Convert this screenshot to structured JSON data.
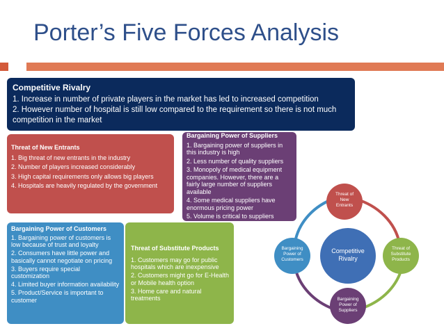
{
  "title": "Porter’s Five Forces Analysis",
  "colors": {
    "title": "#2E4F8A",
    "rivalry": "#0B2A5C",
    "entrants": "#C0504D",
    "suppliers": "#6B3F75",
    "customers": "#3F8EC4",
    "substitute": "#8EB54A",
    "accent_bar": "#E07A55"
  },
  "rivalry": {
    "heading": "Competitive Rivalry",
    "points": [
      "1. Increase in number of private players in the market has led to increased competition",
      "2. However number of hospital is still low compared to the requirement so there is not much competition in the market"
    ]
  },
  "entrants": {
    "heading": "Threat of New Entrants",
    "points": [
      "1. Big threat of new entrants in the industry",
      "2. Number of players increased considerably",
      "3. High capital requirements only allows big players",
      "4. Hospitals are heavily regulated by the government"
    ]
  },
  "suppliers": {
    "heading": "Bargaining Power of Suppliers",
    "points": [
      "1. Bargaining power of suppliers in this industry is high",
      "2. Less number of quality suppliers",
      "3. Monopoly of medical equipment companies. However, there are a fairly large number of suppliers available",
      "4. Some medical suppliers have enormous pricing power",
      "5. Volume is critical to suppliers"
    ]
  },
  "customers": {
    "heading": "Bargaining Power of Customers",
    "points": [
      "1. Bargaining power of customers is low because of trust and loyalty",
      "2. Consumers have little power and basically cannot negotiate on pricing",
      "3. Buyers require special customization",
      "4. Limited buyer information availability",
      "5. Product/Service is important to customer"
    ]
  },
  "substitute": {
    "heading": "Threat of Substitute Products",
    "points": [
      "1. Customers may go for public hospitals which are inexpensive",
      "2. Customers might go for E-Health or Mobile health option",
      "3. Home care and natural treatments"
    ]
  },
  "cycle": {
    "center": [
      "Competitive",
      "Rivalry"
    ],
    "top": [
      "Threat of",
      "New",
      "Entrants"
    ],
    "right": [
      "Threat of",
      "Substitute",
      "Products"
    ],
    "bottom": [
      "Bargaining",
      "Power of",
      "Suppliers"
    ],
    "left": [
      "Bargaining",
      "Power of",
      "Customers"
    ]
  }
}
